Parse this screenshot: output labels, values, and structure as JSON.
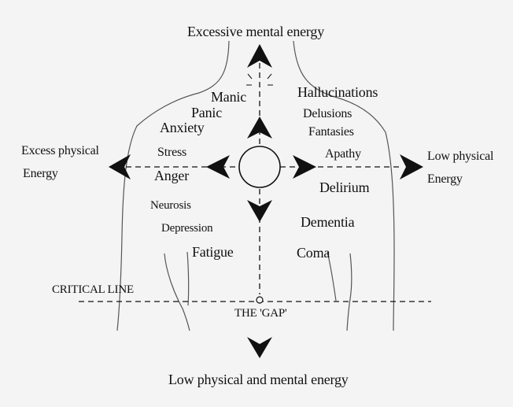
{
  "labels": {
    "top": "Excessive mental energy",
    "bottom": "Low physical and mental energy",
    "left_1": "Excess physical",
    "left_2": "Energy",
    "right_1": "Low physical",
    "right_2": "Energy",
    "critical_line": "CRITICAL LINE",
    "gap": "THE 'GAP'"
  },
  "states": {
    "manic": "Manic",
    "panic": "Panic",
    "anxiety": "Anxiety",
    "stress": "Stress",
    "anger": "Anger",
    "neurosis": "Neurosis",
    "depression": "Depression",
    "fatigue": "Fatigue",
    "hallucinations": "Hallucinations",
    "delusions": "Delusions",
    "fantasies": "Fantasies",
    "apathy": "Apathy",
    "delirium": "Delirium",
    "dementia": "Dementia",
    "coma": "Coma"
  },
  "colors": {
    "background": "#f4f4f4",
    "ink": "#111111",
    "body_outline": "#555555"
  }
}
